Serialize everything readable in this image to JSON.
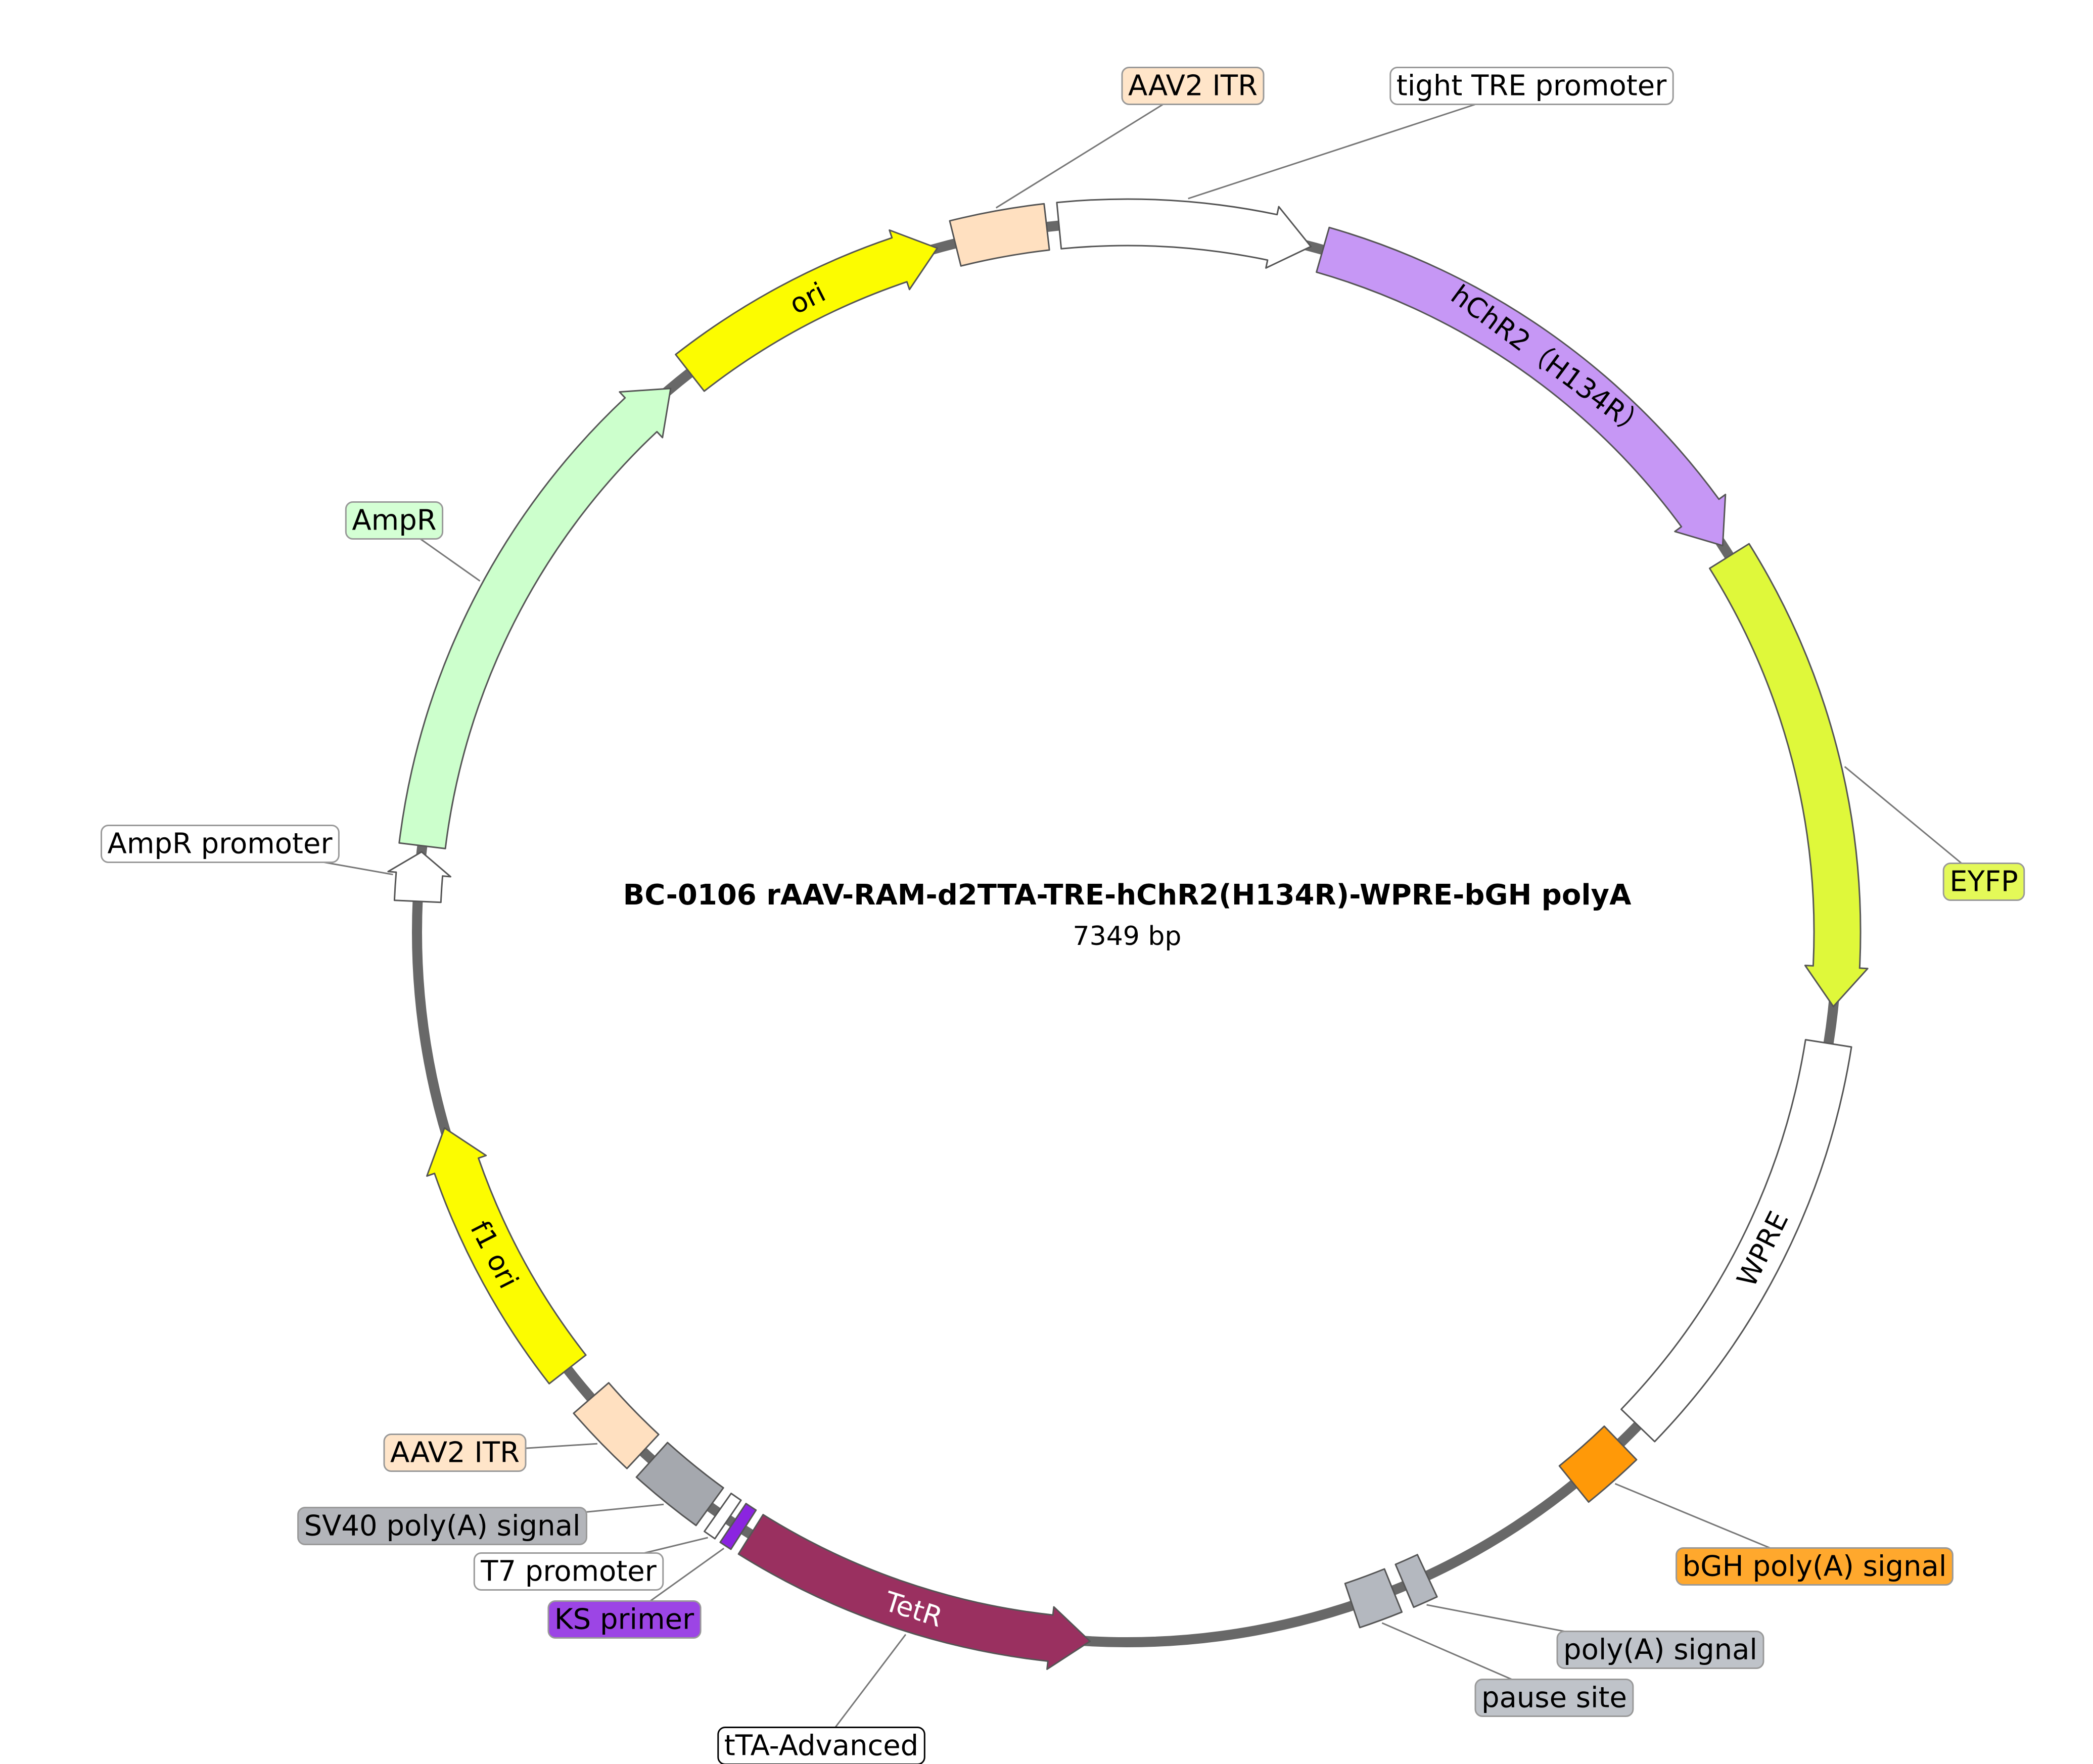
{
  "plasmid": {
    "name": "BC-0106  rAAV-RAM-d2TTA-TRE-hChR2(H134R)-WPRE-bGH polyA",
    "length_label": "7349 bp"
  },
  "colors": {
    "backbone": "#686868",
    "outline": "#555555",
    "leader": "#777777"
  },
  "features": [
    {
      "id": "aav2-itr-top",
      "label": "AAV2 ITR",
      "start": 346,
      "end": 353.5,
      "direction": "none",
      "color": "#ffe0c0",
      "show_label": true
    },
    {
      "id": "tight-tre-promoter",
      "label": "tight TRE promoter",
      "start": 354.5,
      "end": 15,
      "direction": "cw",
      "color": "#ffffff",
      "show_label": true
    },
    {
      "id": "hchr2",
      "label": "hChR2（H134R）",
      "start": 16,
      "end": 57,
      "direction": "cw",
      "color": "#c697f5",
      "show_label": false,
      "inner_label": "hChR2（H134R）",
      "inner_color": "#000000"
    },
    {
      "id": "eyfp",
      "label": "EYFP",
      "start": 58,
      "end": 96,
      "direction": "cw",
      "color": "#dff83a",
      "show_label": true
    },
    {
      "id": "wpre",
      "label": "WPRE",
      "start": 99,
      "end": 134,
      "direction": "none",
      "color": "#ffffff",
      "show_label": false,
      "inner_label": "WPRE",
      "inner_color": "#000000"
    },
    {
      "id": "bgh-polya-signal",
      "label": "bGH poly(A) signal",
      "start": 136,
      "end": 141,
      "direction": "none",
      "color": "#ff9908",
      "show_label": true
    },
    {
      "id": "polya-signal",
      "label": "poly(A) signal",
      "start": 155,
      "end": 157,
      "direction": "none",
      "color": "#b4b8bf",
      "show_label": true
    },
    {
      "id": "pause-site",
      "label": "pause site",
      "start": 158,
      "end": 161.5,
      "direction": "none",
      "color": "#b4b8bf",
      "show_label": true
    },
    {
      "id": "tetr",
      "label": "TetR",
      "start": 183,
      "end": 212,
      "direction": "ccw",
      "color": "#9a3060",
      "show_label": false,
      "inner_label": "TetR",
      "inner_color": "#ffffff"
    },
    {
      "id": "ks-primer",
      "label": "KS primer",
      "start": 212.7,
      "end": 213.7,
      "direction": "none",
      "color": "#8b24e0",
      "show_label": true
    },
    {
      "id": "t7-promoter",
      "label": "T7 promoter",
      "start": 214.2,
      "end": 215.2,
      "direction": "none",
      "color": "#ffffff",
      "show_label": true
    },
    {
      "id": "sv40-polya-signal",
      "label": "SV40 poly(A) signal",
      "start": 216,
      "end": 222,
      "direction": "none",
      "color": "#a5a8ae",
      "show_label": true
    },
    {
      "id": "aav2-itr-bottom",
      "label": "AAV2 ITR",
      "start": 223,
      "end": 229,
      "direction": "none",
      "color": "#ffe0c0",
      "show_label": true
    },
    {
      "id": "f1-ori",
      "label": "f1 ori",
      "start": 232,
      "end": 254,
      "direction": "cw",
      "color": "#fcfc00",
      "show_label": false,
      "inner_label": "f1 ori",
      "inner_color": "#000000"
    },
    {
      "id": "ampr-promoter",
      "label": "AmpR promoter",
      "start": 272.5,
      "end": 276.5,
      "direction": "cw",
      "color": "#ffffff",
      "show_label": true
    },
    {
      "id": "ampr",
      "label": "AmpR",
      "start": 277,
      "end": 320,
      "direction": "cw",
      "color": "#ccffcc",
      "show_label": true
    },
    {
      "id": "ori",
      "label": "ori",
      "start": 322,
      "end": 344.5,
      "direction": "cw",
      "color": "#fcfc00",
      "show_label": false,
      "inner_label": "ori",
      "inner_color": "#000000"
    },
    {
      "id": "tta-advanced",
      "label": "tTA-Advanced",
      "start": 183,
      "end": 212,
      "direction": "none",
      "color": "#ffffff",
      "show_label": true,
      "virtual": true
    }
  ]
}
